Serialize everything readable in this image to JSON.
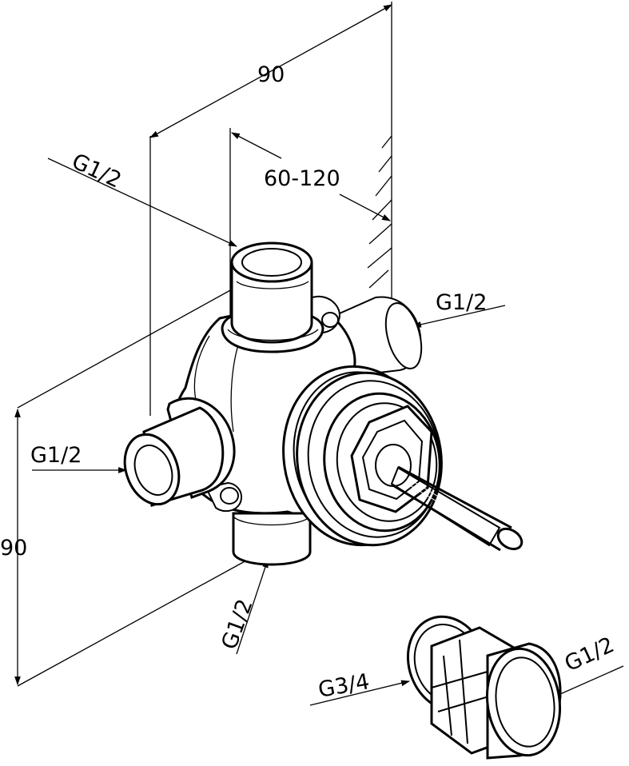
{
  "diagram": {
    "labels": {
      "width_top": "90",
      "depth_range": "60-120",
      "height_left": "90",
      "port_top": "G1/2",
      "port_right": "G1/2",
      "port_left": "G1/2",
      "port_bottom": "G1/2",
      "adapter_inlet": "G3/4",
      "adapter_outlet": "G1/2"
    }
  }
}
